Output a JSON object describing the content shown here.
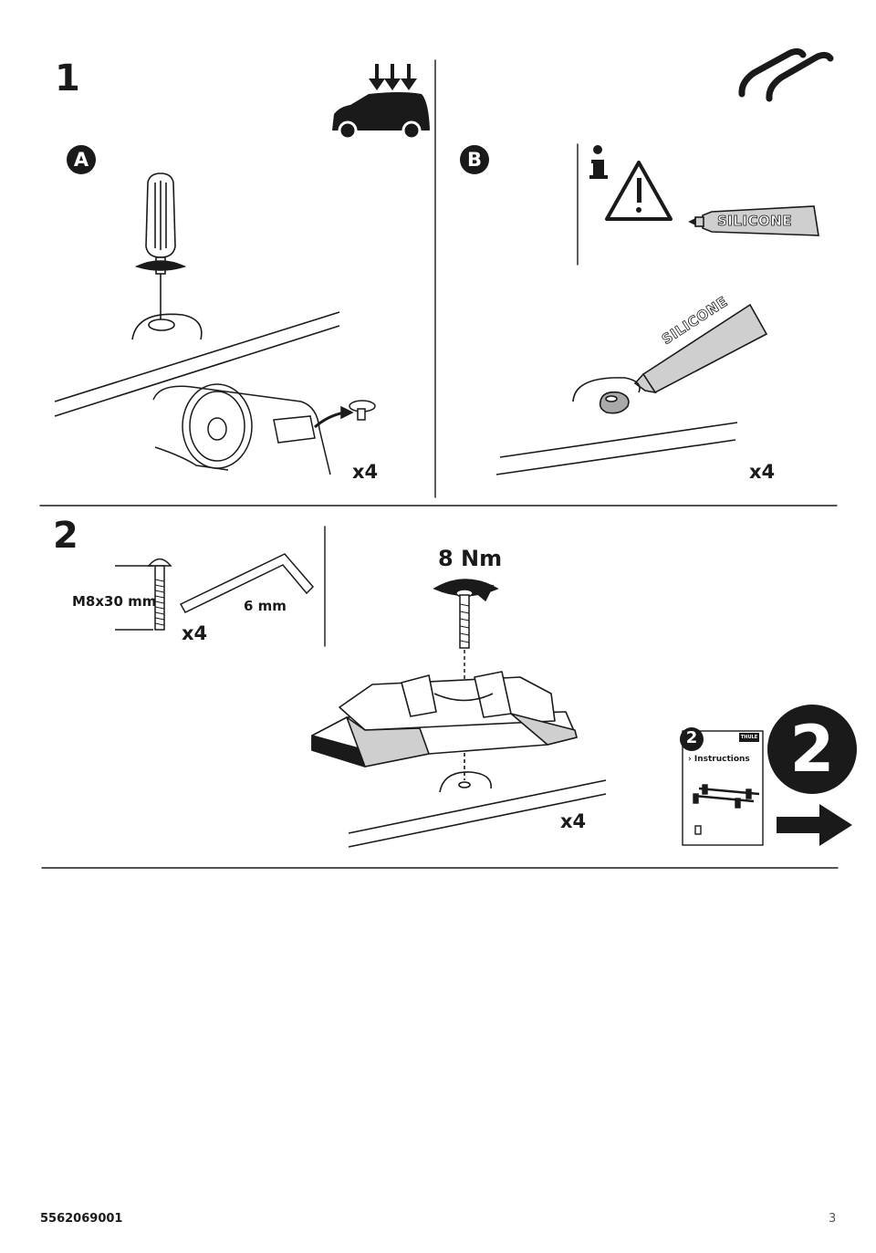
{
  "step1": {
    "number": "1",
    "panel_a": {
      "badge": "A",
      "quantity": "x4"
    },
    "panel_b": {
      "badge": "B",
      "quantity": "x4",
      "tube_label": "SILICONE",
      "tube_label_small": "SILICONE"
    }
  },
  "step2": {
    "number": "2",
    "bolt_spec": "M8x30 mm",
    "hex_key": "6 mm",
    "parts_quantity": "x4",
    "torque": "8 Nm",
    "mount_quantity": "x4",
    "next_booklet": {
      "badge": "2",
      "title": "› Instructions",
      "brand": "THULE",
      "big_number": "2"
    }
  },
  "footer": {
    "doc_code": "5562069001",
    "page": "3"
  }
}
